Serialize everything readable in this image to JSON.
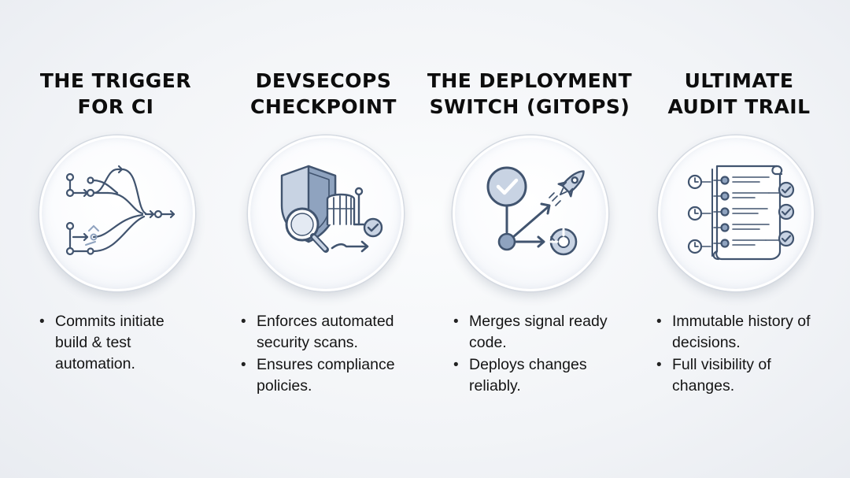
{
  "colors": {
    "icon_stroke": "#41546f",
    "icon_fill": "#c8d3e3",
    "icon_fill_dark": "#8fa3bf",
    "circle_border": "#d4d9e1"
  },
  "columns": [
    {
      "title_line1": "THE TRIGGER",
      "title_line2": "FOR CI",
      "icon": "branching-pipeline-icon",
      "bullets": [
        "Commits initiate build & test automation."
      ]
    },
    {
      "title_line1": "DEVSECOPS",
      "title_line2": "CHECKPOINT",
      "icon": "shield-magnifier-gate-icon",
      "bullets": [
        "Enforces automated security scans.",
        "Ensures compliance policies."
      ]
    },
    {
      "title_line1": "THE DEPLOYMENT",
      "title_line2": "SWITCH (GITOPS)",
      "icon": "checkmark-rocket-sync-icon",
      "bullets": [
        "Merges signal ready code.",
        "Deploys changes reliably."
      ]
    },
    {
      "title_line1": "ULTIMATE",
      "title_line2": "AUDIT TRAIL",
      "icon": "timeline-scroll-icon",
      "bullets": [
        "Immutable history of decisions.",
        "Full visibility of changes."
      ]
    }
  ]
}
